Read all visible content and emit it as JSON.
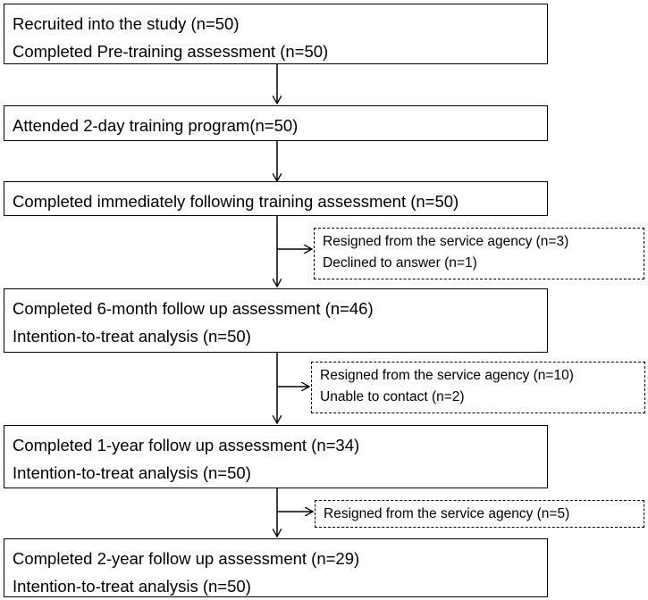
{
  "stages": [
    {
      "lines": [
        "Recruited into the study  (n=50)",
        "Completed Pre-training assessment (n=50)"
      ]
    },
    {
      "lines": [
        "Attended 2-day training program(n=50)"
      ]
    },
    {
      "lines": [
        "Completed immediately following training assessment (n=50)"
      ]
    },
    {
      "lines": [
        "Completed 6-month follow up  assessment (n=46)",
        "Intention-to-treat analysis (n=50)"
      ]
    },
    {
      "lines": [
        "Completed 1-year follow up assessment (n=34)",
        "Intention-to-treat  analysis (n=50)"
      ]
    },
    {
      "lines": [
        "Completed 2-year follow up assessment (n=29)",
        "Intention-to-treat  analysis (n=50)"
      ]
    }
  ],
  "exclusions": [
    {
      "lines": [
        "Resigned from the service agency (n=3)",
        "Declined  to answer  (n=1)"
      ]
    },
    {
      "lines": [
        "Resigned from the service agency (n=10)",
        "Unable to contact (n=2)"
      ]
    },
    {
      "lines": [
        "Resigned from the service agency (n=5)"
      ]
    }
  ]
}
